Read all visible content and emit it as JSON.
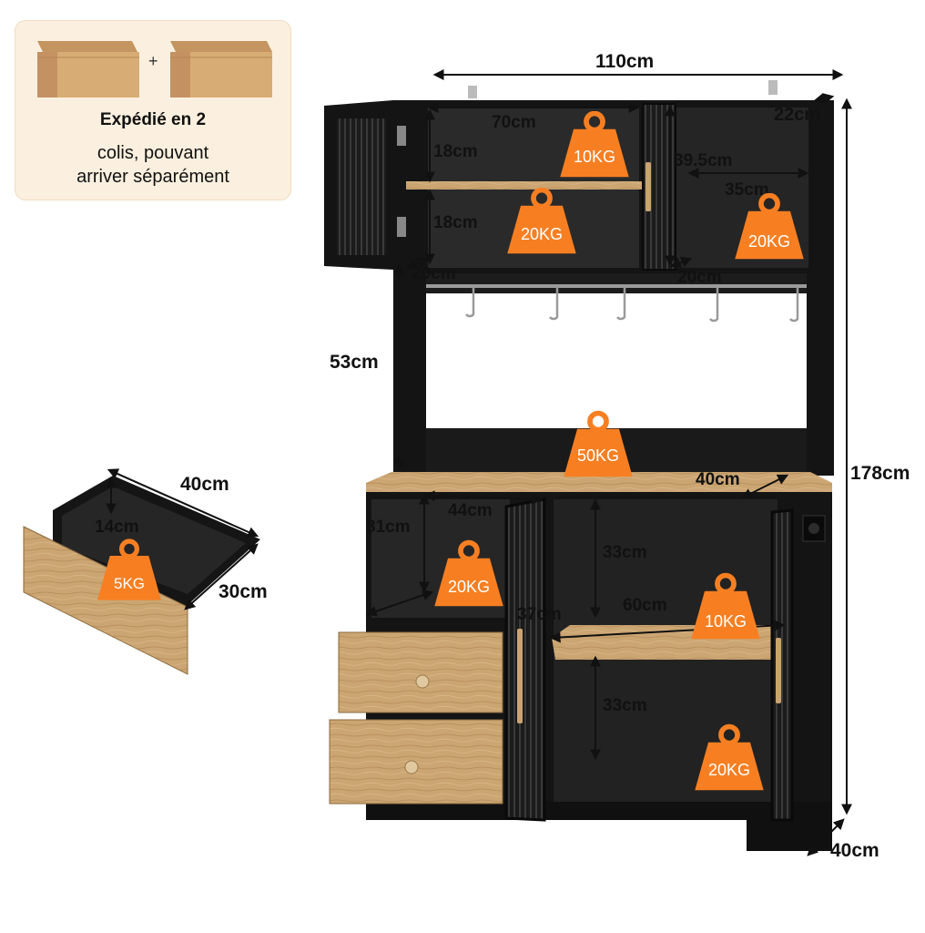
{
  "shipping": {
    "plus": "+",
    "title": "Expédié en 2",
    "line1": "colis, pouvant",
    "line2": "arriver séparément"
  },
  "dimensions": {
    "total_width": "110cm",
    "top_depth": "22cm",
    "total_height": "178cm",
    "base_depth": "40cm",
    "top_shelf_width": "70cm",
    "top_shelf_upper_height": "18cm",
    "top_shelf_lower_height": "18cm",
    "top_shelf_depth": "20cm",
    "top_right_height": "39.5cm",
    "top_right_width": "35cm",
    "top_right_depth": "20cm",
    "hutch_height": "53cm",
    "counter_depth": "40cm",
    "left_cubby_width": "44cm",
    "left_cubby_height": "31cm",
    "cabinet_upper_height": "33cm",
    "cabinet_shelf_width": "60cm",
    "cabinet_height": "37cm",
    "cabinet_lower_height": "33cm",
    "drawer_width": "40cm",
    "drawer_height": "14cm",
    "drawer_depth": "30cm"
  },
  "weights": {
    "top_upper": "10KG",
    "top_lower": "20KG",
    "top_right": "20KG",
    "counter": "50KG",
    "left_cubby": "20KG",
    "cabinet_shelf": "10KG",
    "cabinet_bottom": "20KG",
    "drawer": "5KG"
  },
  "colors": {
    "weight_badge": "#f77f22",
    "cabinet_black": "#141414",
    "wood": "#c9a46f"
  }
}
